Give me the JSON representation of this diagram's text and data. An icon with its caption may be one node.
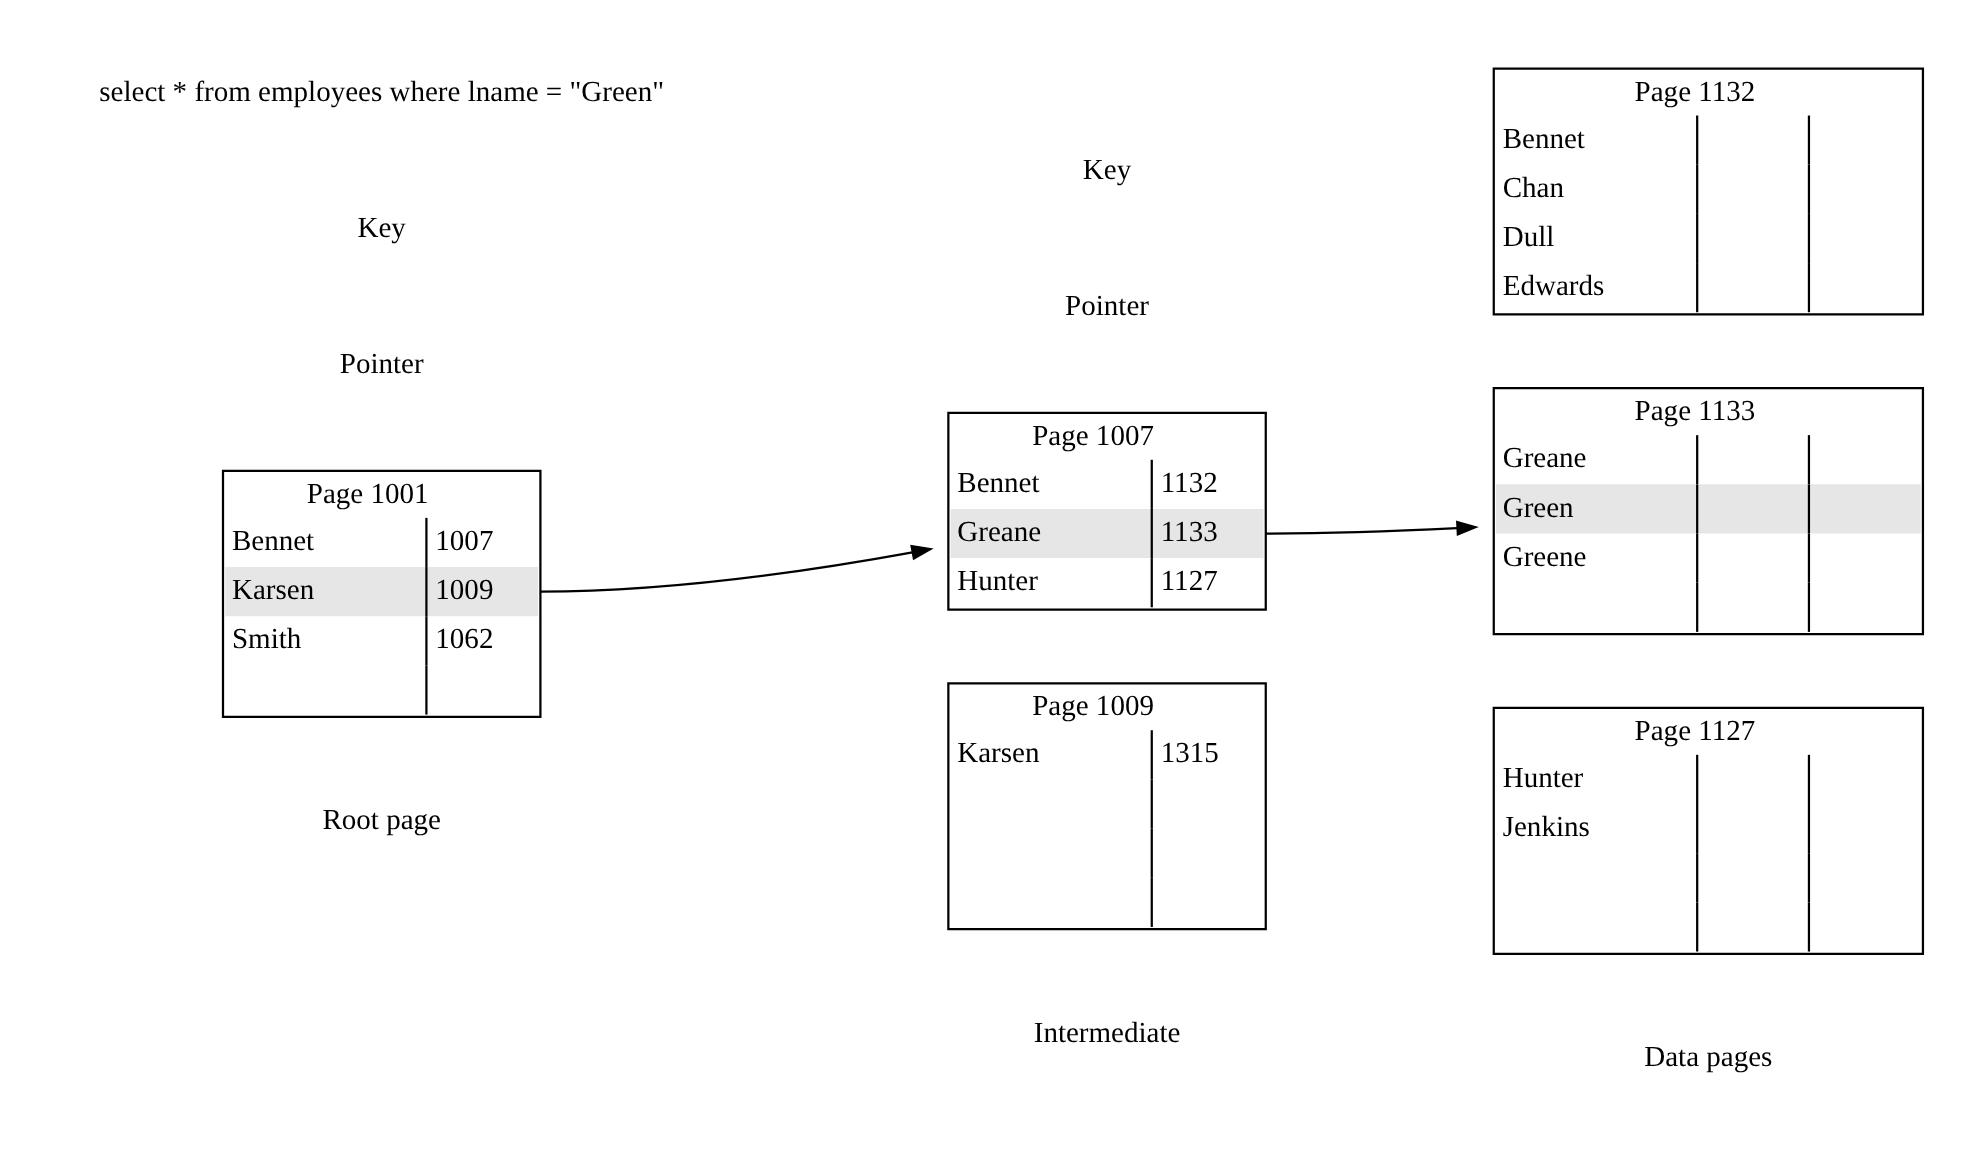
{
  "diagram": {
    "nodes": [
      {
        "text": [
          "Page 1001",
          "Bennet",
          "1007",
          "Karsen",
          "1009",
          "Smith",
          "1062"
        ]
      },
      {
        "text": [
          "Page 1007",
          "Bennet",
          "1132",
          "Greane",
          "1133",
          "Hunter",
          "1127"
        ]
      },
      {
        "text": [
          "Page 1009",
          "Karsen",
          "1315"
        ]
      },
      {
        "text": [
          "Page 1132",
          "Bennet",
          "Chan",
          "Dull",
          "Edwards"
        ]
      },
      {
        "text": [
          "Page 1133",
          "Greane",
          "Green",
          "Greene"
        ]
      },
      {
        "text": [
          "Page 1127",
          "Hunter",
          "Jenkins"
        ]
      }
    ],
    "edges": [
      {
        "from": 0,
        "to": 1,
        "arrow": "to"
      },
      {
        "from": 1,
        "to": 4,
        "arrow": "to"
      }
    ],
    "labels": [
      "select * from employees where lname = \"Green\"",
      "Key",
      "Pointer",
      "Key",
      "Pointer",
      "Root page",
      "Intermediate",
      "Data pages"
    ]
  }
}
